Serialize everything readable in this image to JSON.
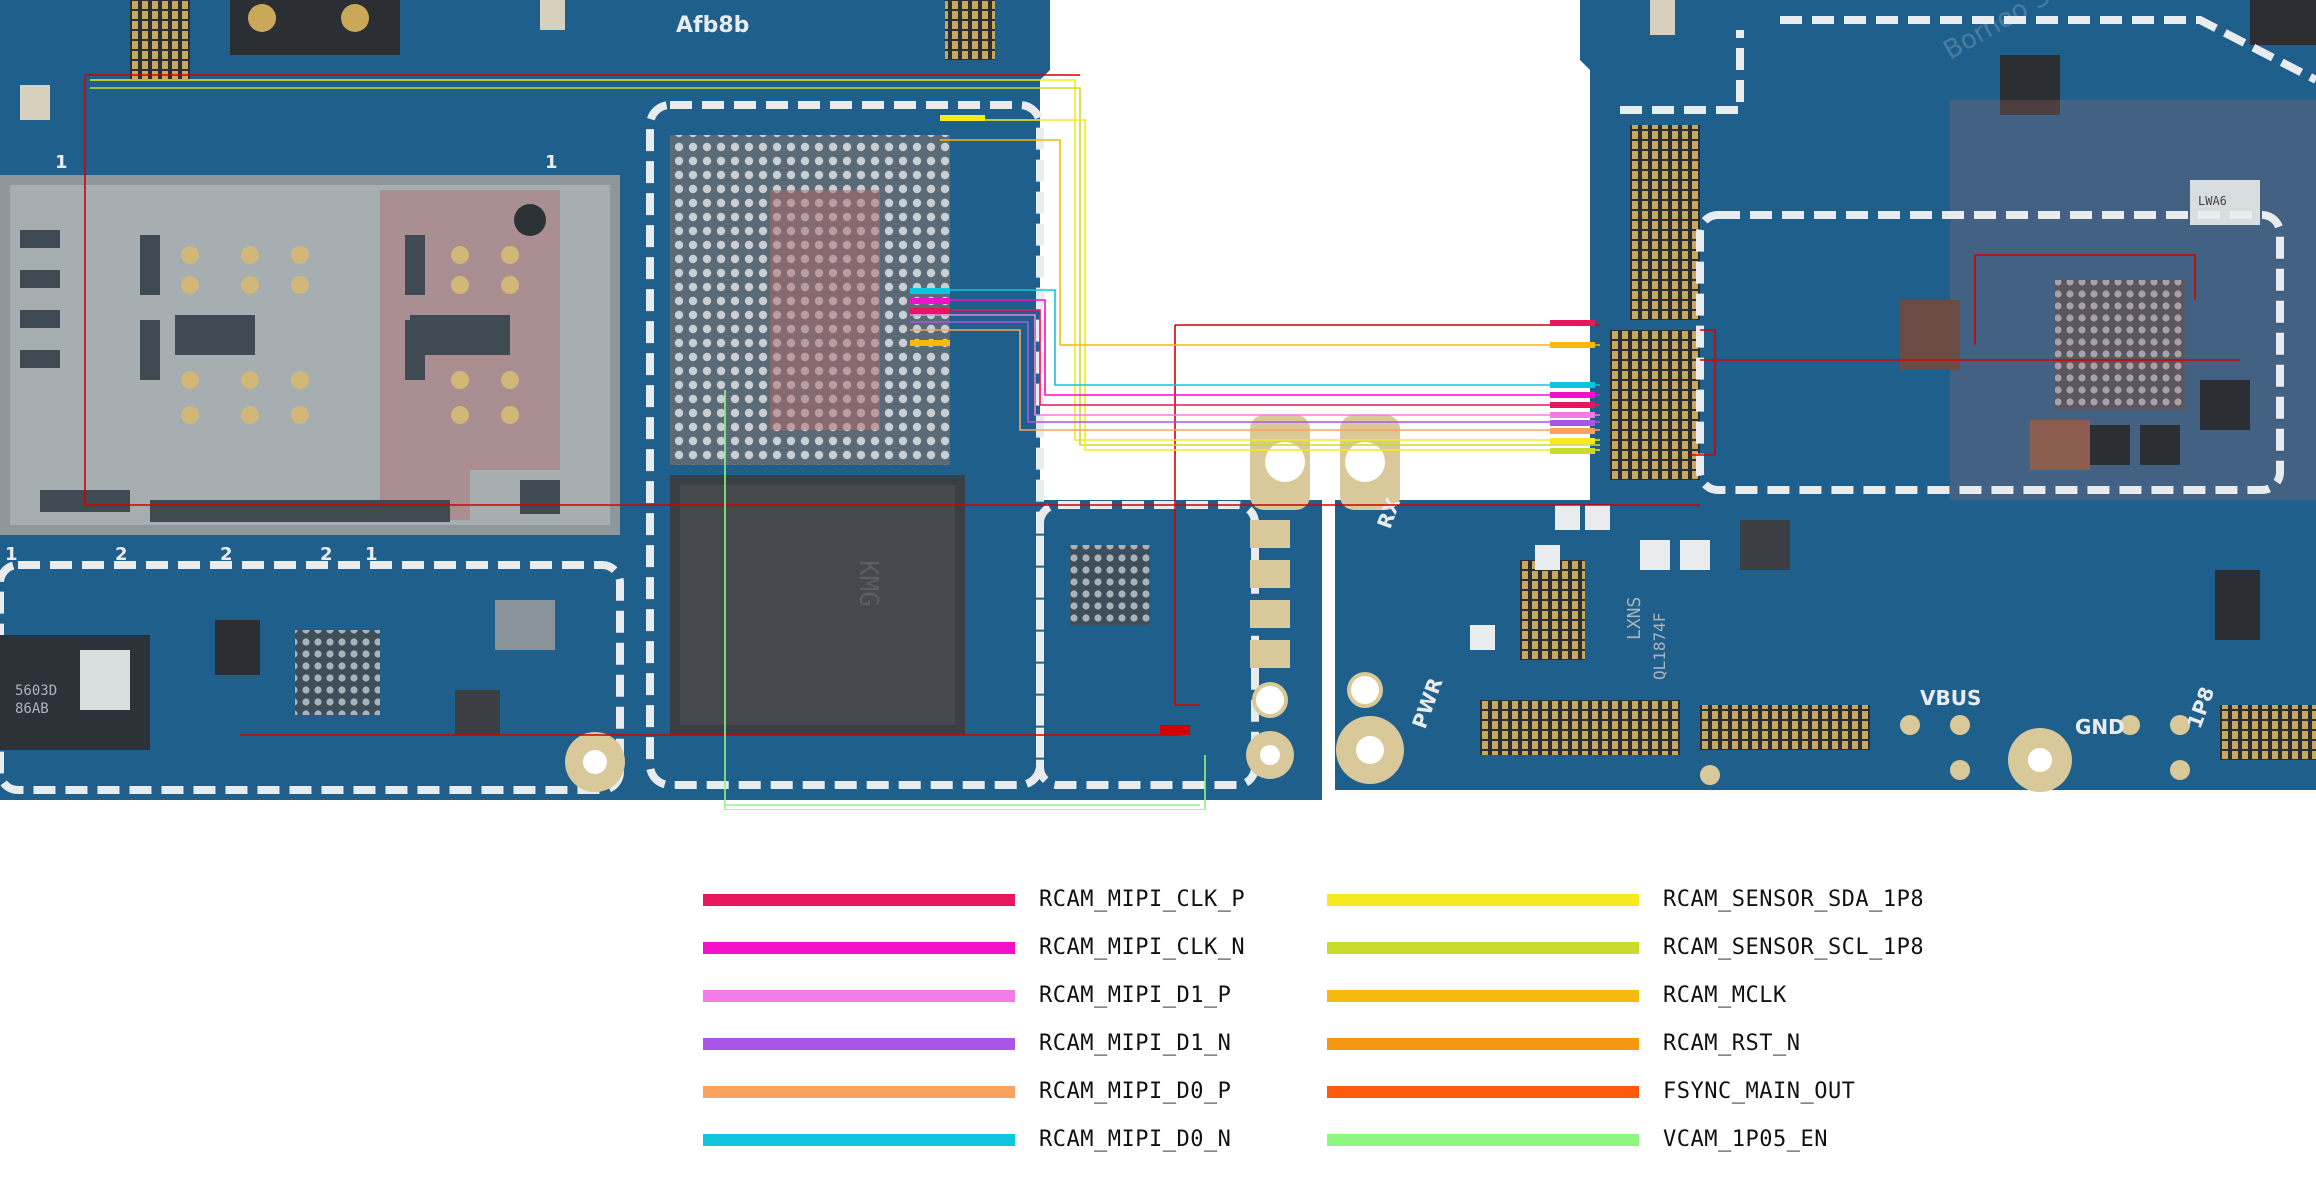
{
  "board": {
    "silkscreen": [
      "Afb8b",
      "RX",
      "PWR",
      "VBUS",
      "GND",
      "1P8",
      "2",
      "2",
      "2",
      "1",
      "1",
      "1",
      "1"
    ],
    "chip_marks": [
      "5603D",
      "86AB",
      "LWA6",
      "LXNS",
      "QL1874F",
      "KMG"
    ],
    "watermark": "Borneo Schematics",
    "colors": {
      "pcb": "#1f5f8b",
      "pcb_dark": "#174a6e",
      "silk": "#e9ecef",
      "pad_gold": "#d9c89a",
      "trace_red": "#d40000"
    }
  },
  "legend": {
    "items": [
      {
        "label": "RCAM_MIPI_CLK_P",
        "color": "#e8175d"
      },
      {
        "label": "RCAM_MIPI_CLK_N",
        "color": "#f40fc8"
      },
      {
        "label": "RCAM_MIPI_D1_P",
        "color": "#f37be6"
      },
      {
        "label": "RCAM_MIPI_D1_N",
        "color": "#a855e8"
      },
      {
        "label": "RCAM_MIPI_D0_P",
        "color": "#f9a35f"
      },
      {
        "label": "RCAM_MIPI_D0_N",
        "color": "#0ec5dd"
      },
      {
        "label": "RCAM_SENSOR_SDA_1P8",
        "color": "#f6ea1e"
      },
      {
        "label": "RCAM_SENSOR_SCL_1P8",
        "color": "#cbdb2b"
      },
      {
        "label": "RCAM_MCLK",
        "color": "#f7b90c"
      },
      {
        "label": "RCAM_RST_N",
        "color": "#f4980f"
      },
      {
        "label": "FSYNC_MAIN_OUT",
        "color": "#fc5a0d"
      },
      {
        "label": "VCAM_1P05_EN",
        "color": "#8ef782"
      }
    ]
  }
}
